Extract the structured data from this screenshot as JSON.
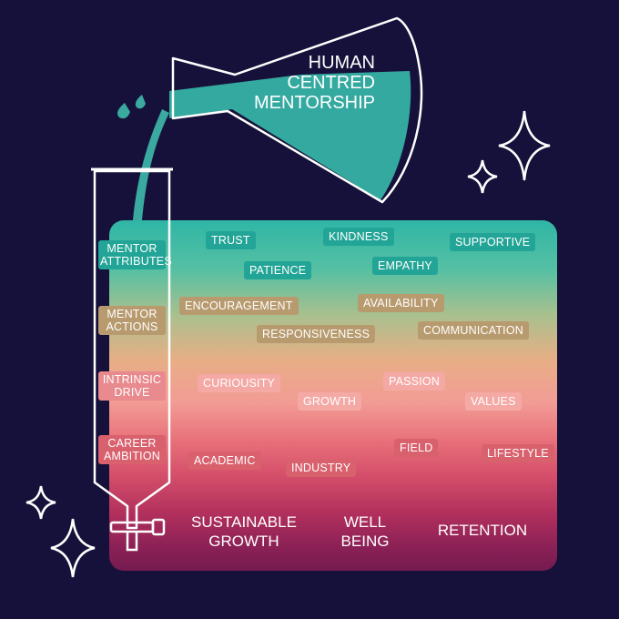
{
  "flask_title": [
    "HUMAN",
    "CENTRED",
    "MENTORSHIP"
  ],
  "tube_labels": [
    {
      "lines": [
        "MENTOR",
        "ATTRIBUTES"
      ],
      "color": "#22a596"
    },
    {
      "lines": [
        "MENTOR",
        "ACTIONS"
      ],
      "color": "#b79a6e"
    },
    {
      "lines": [
        "INTRINSIC",
        "DRIVE"
      ],
      "color": "#f4a9a5"
    },
    {
      "lines": [
        "CAREER",
        "AMBITION"
      ],
      "color": "#d9606d"
    }
  ],
  "attributes": [
    "TRUST",
    "KINDNESS",
    "SUPPORTIVE",
    "PATIENCE",
    "EMPATHY"
  ],
  "actions": [
    "ENCOURAGEMENT",
    "AVAILABILITY",
    "RESPONSIVENESS",
    "COMMUNICATION"
  ],
  "drive": [
    "CURIOUSITY",
    "PASSION",
    "GROWTH",
    "VALUES"
  ],
  "ambition": [
    "ACADEMIC",
    "FIELD",
    "INDUSTRY",
    "LIFESTYLE"
  ],
  "outcomes": [
    {
      "lines": [
        "SUSTAINABLE",
        "GROWTH"
      ]
    },
    {
      "lines": [
        "WELL",
        "BEING"
      ]
    },
    {
      "lines": [
        "RETENTION"
      ]
    }
  ],
  "colors": {
    "background": "#16113a",
    "teal": "#22a596",
    "tan": "#b79a6e",
    "pink": "#f4a9a5",
    "red": "#d9606d",
    "plum": "#741b4f"
  }
}
